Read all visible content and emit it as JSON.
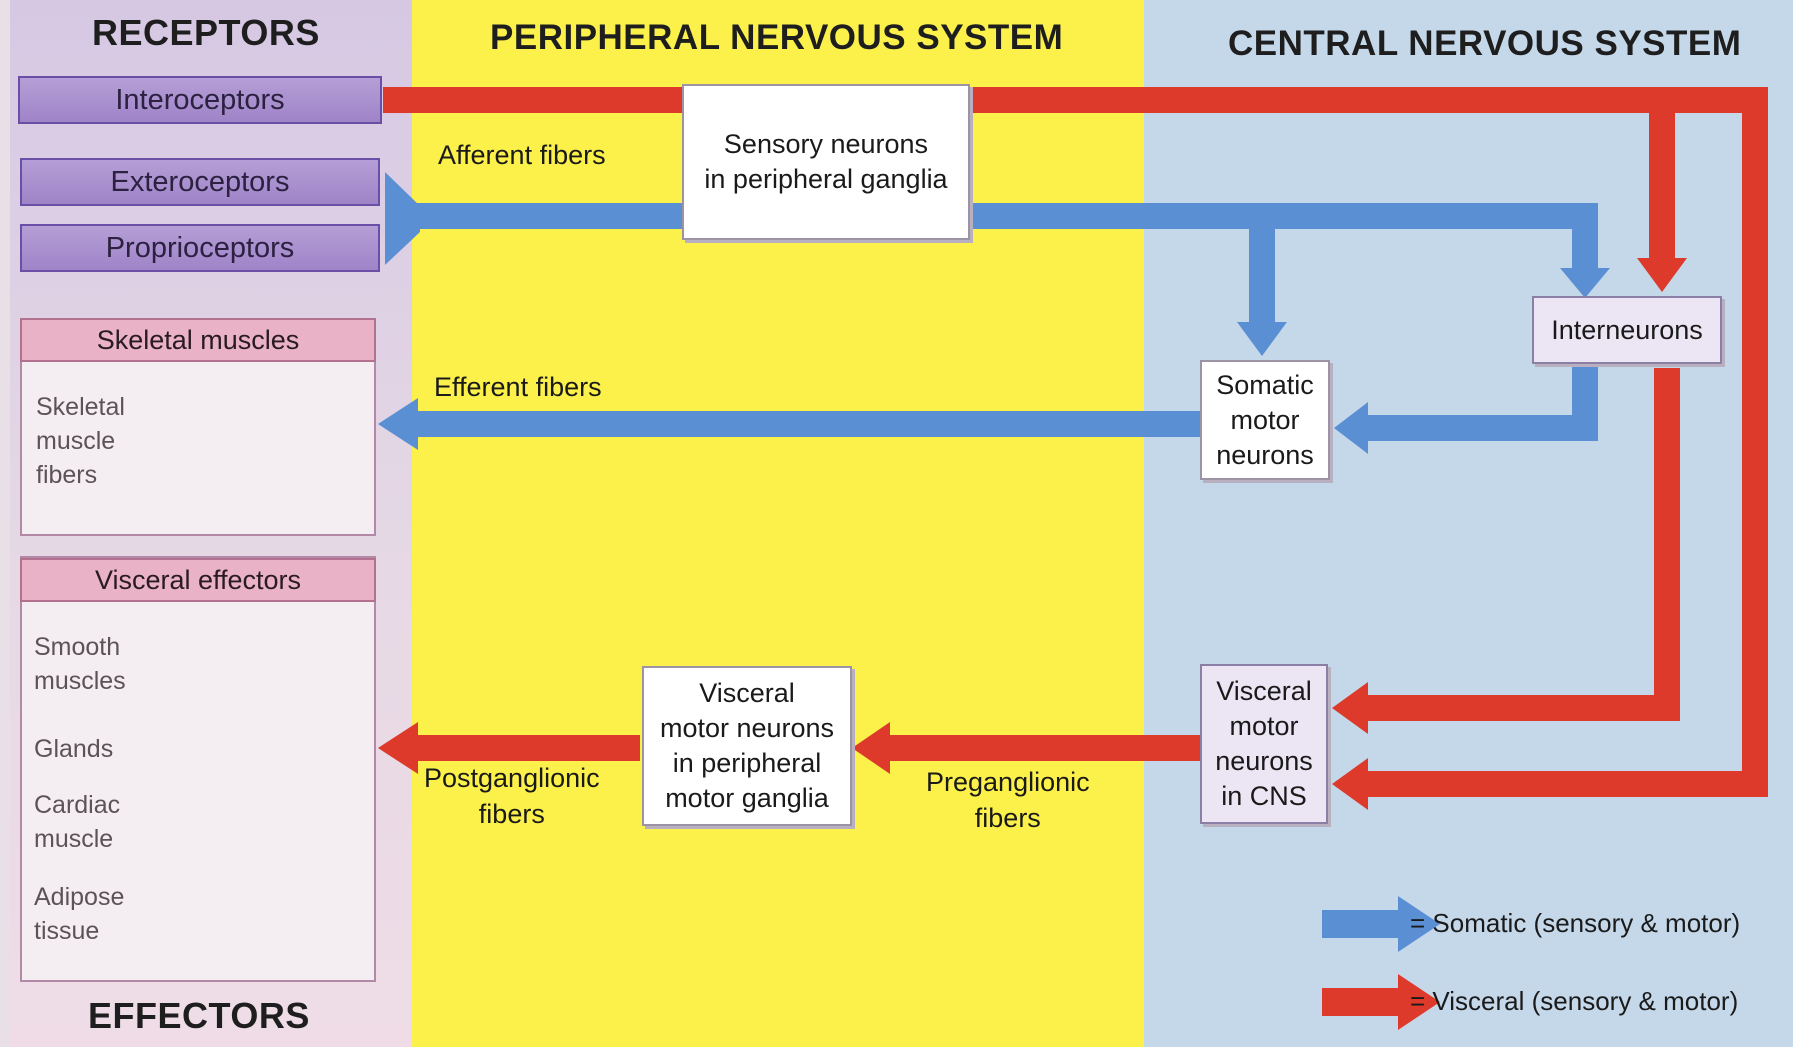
{
  "sections": {
    "receptors_title": "RECEPTORS",
    "pns_title": "PERIPHERAL NERVOUS SYSTEM",
    "cns_title": "CENTRAL NERVOUS SYSTEM",
    "effectors_title": "EFFECTORS"
  },
  "receptors": [
    "Interoceptors",
    "Exteroceptors",
    "Proprioceptors"
  ],
  "effectors": {
    "skeletal_panel": {
      "title": "Skeletal muscles",
      "label": "Skeletal\nmuscle\nfibers"
    },
    "visceral_panel": {
      "title": "Visceral effectors",
      "items": [
        "Smooth\nmuscles",
        "Glands",
        "Cardiac\nmuscle",
        "Adipose\ntissue"
      ]
    }
  },
  "nodes": {
    "sensory": "Sensory neurons\nin peripheral ganglia",
    "interneurons": "Interneurons",
    "somatic_motor": "Somatic\nmotor\nneurons",
    "visceral_cns": "Visceral\nmotor\nneurons\nin CNS",
    "visceral_peripheral": "Visceral\nmotor neurons\nin peripheral\nmotor ganglia"
  },
  "fibers": {
    "afferent": "Afferent fibers",
    "efferent": "Efferent fibers",
    "preganglionic": "Preganglionic\nfibers",
    "postganglionic": "Postganglionic\nfibers"
  },
  "legend": {
    "somatic": "= Somatic (sensory & motor)",
    "visceral": "= Visceral (sensory & motor)"
  },
  "colors": {
    "somatic_arrow": "#5b8fd4",
    "visceral_arrow": "#de3a2c"
  }
}
